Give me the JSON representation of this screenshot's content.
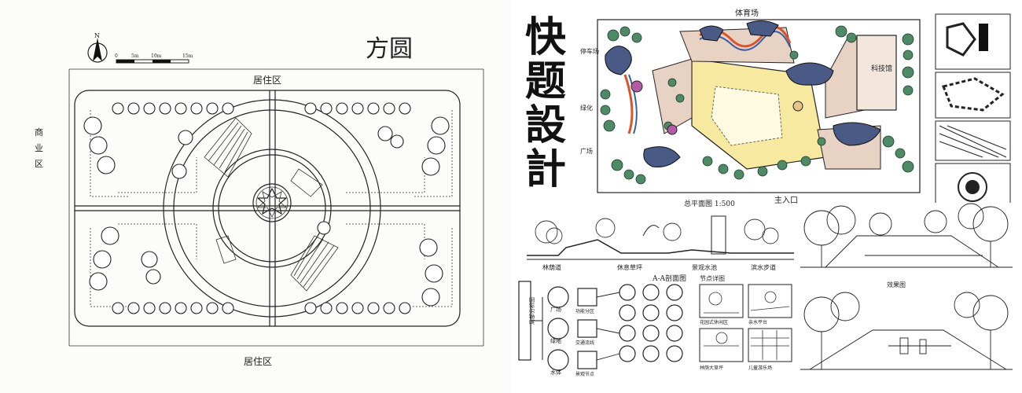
{
  "left": {
    "title": "方圆",
    "top_label": "居住区",
    "side_label": "商业区",
    "bottom_label": "居住区",
    "scale_labels": [
      "0",
      "5m",
      "10m",
      "15m"
    ]
  },
  "right": {
    "main_title": [
      "快",
      "题",
      "設",
      "計"
    ],
    "top_road": "体育场",
    "bottom_gate": "主入口",
    "plan_caption": "总平面图 1:500",
    "section_caption": "A-A剖面图",
    "section_labels": [
      "林荫道",
      "休息草坪",
      "景观水池",
      "滨水步道"
    ],
    "analysis_side": "局部分析图",
    "analysis_nodes": [
      "广场",
      "绿地",
      "水体"
    ],
    "analysis_sub": [
      "功能分区",
      "交通流线",
      "景观节点"
    ],
    "detail_caption": "节点详图",
    "detail_labels": [
      "花园式休闲区",
      "亲水平台",
      "林荫大草坪",
      "儿童游乐场"
    ],
    "persp_caption": "效果图",
    "plan_labels": [
      "科技馆",
      "体育场",
      "停车场",
      "绿化",
      "广场"
    ]
  }
}
